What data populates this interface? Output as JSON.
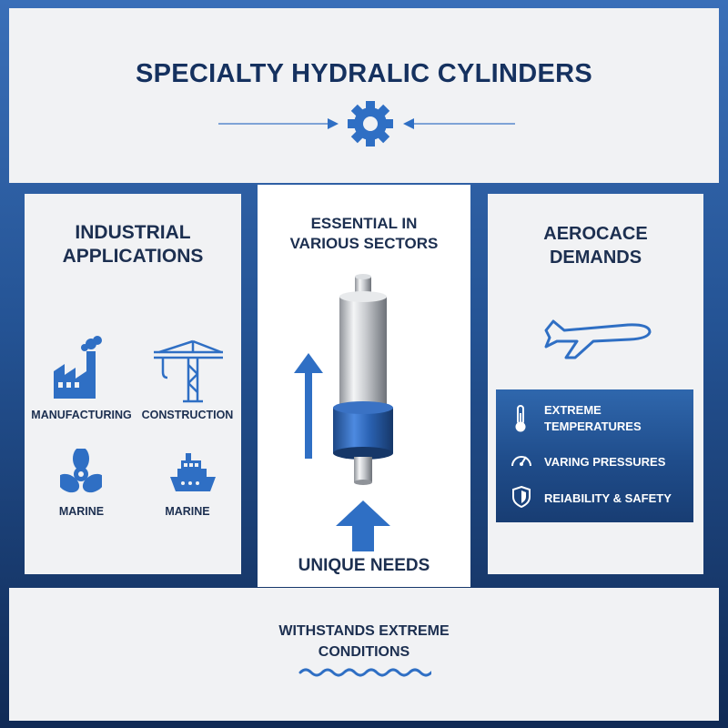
{
  "header": {
    "title": "SPECIALTY HYDRALIC CYLINDERS"
  },
  "left_panel": {
    "heading_line1": "INDUSTRIAL",
    "heading_line2": "APPLICATIONS",
    "items": [
      {
        "label": "MANUFACTURING",
        "icon": "factory-icon"
      },
      {
        "label": "CONSTRUCTION",
        "icon": "crane-icon"
      },
      {
        "label": "MARINE",
        "icon": "propeller-icon"
      },
      {
        "label": "MARINE",
        "icon": "ship-icon"
      }
    ]
  },
  "center_panel": {
    "heading_line1": "ESSENTIAL IN",
    "heading_line2": "VARIOUS SECTORS",
    "footer": "UNIQUE NEEDS"
  },
  "right_panel": {
    "heading_line1": "AEROCACE",
    "heading_line2": "DEMANDS",
    "features": [
      {
        "line1": "EXTREME",
        "line2": "TEMPERATURES",
        "icon": "thermometer-icon"
      },
      {
        "line1": "VARING PRESSURES",
        "line2": "",
        "icon": "gauge-icon"
      },
      {
        "line1": "REIABILITY & SAFETY",
        "line2": "",
        "icon": "shield-icon"
      }
    ]
  },
  "bottom_panel": {
    "line1": "WITHSTANDS EXTREME",
    "line2": "CONDITIONS"
  },
  "colors": {
    "accent_blue": "#2f6fc4",
    "dark_navy": "#15315f",
    "panel_bg": "#f1f2f4"
  }
}
